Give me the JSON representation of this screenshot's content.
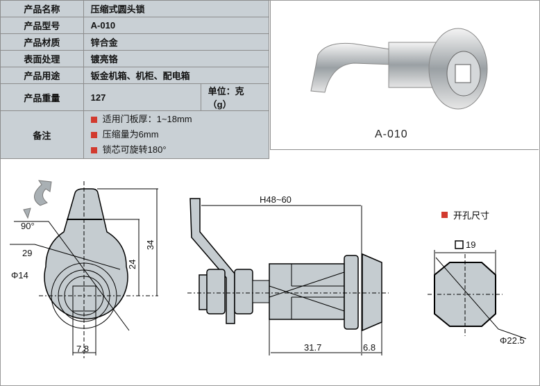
{
  "spec_table": {
    "rows": [
      {
        "label": "产品名称",
        "value": "压缩式圆头锁"
      },
      {
        "label": "产品型号",
        "value": "A-010"
      },
      {
        "label": "产品材质",
        "value": "锌合金"
      },
      {
        "label": "表面处理",
        "value": "镀亮铬"
      },
      {
        "label": "产品用途",
        "value": "钣金机箱、机柜、配电箱"
      },
      {
        "label": "产品重量",
        "value": "127",
        "unit": "单位：克（g）"
      }
    ],
    "notes_label": "备注",
    "notes": [
      "适用门板厚：1~18mm",
      "压缩量为6mm",
      "锁芯可旋转180°"
    ]
  },
  "photo": {
    "model_caption": "A-010"
  },
  "drawing": {
    "front_view": {
      "rotation": "90°",
      "d_29": "29",
      "d_14": "Φ14",
      "d_24": "24",
      "d_34": "34",
      "d_7_8": "7.8"
    },
    "side_view": {
      "h_range": "H48~60",
      "d_31_7": "31.7",
      "d_6_8": "6.8"
    },
    "cutout": {
      "title": "开孔尺寸",
      "square": "19",
      "diameter": "Φ22.5"
    }
  },
  "colors": {
    "fill": "#c5ccd0",
    "accent": "#d23a2e",
    "table_bg": "#c9d0d5"
  }
}
